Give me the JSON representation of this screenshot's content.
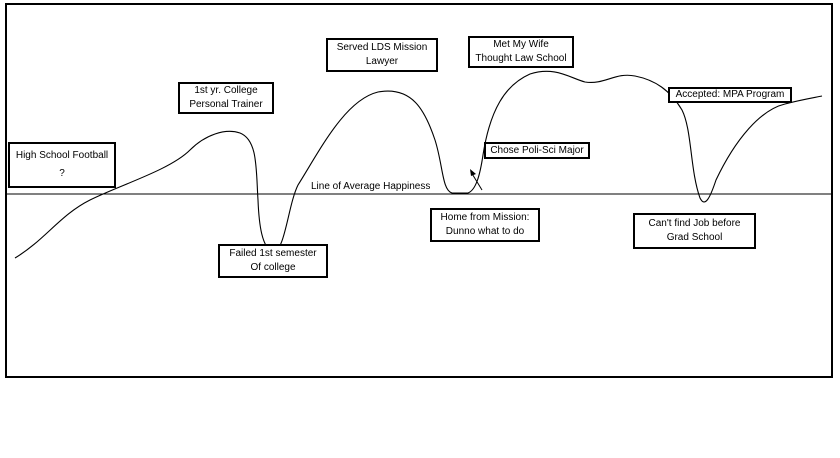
{
  "diagram": {
    "baseline_label": "Line of Average  Happiness",
    "events": [
      {
        "id": "high-school-football",
        "lines": [
          "High School Football",
          "?"
        ]
      },
      {
        "id": "personal-trainer",
        "lines": [
          "1st yr. College",
          "Personal Trainer"
        ]
      },
      {
        "id": "failed-semester",
        "lines": [
          "Failed 1st semester",
          "Of college"
        ]
      },
      {
        "id": "lds-mission",
        "lines": [
          "Served LDS Mission",
          "Lawyer"
        ]
      },
      {
        "id": "home-from-mission",
        "lines": [
          "Home from Mission:",
          "Dunno what to do"
        ]
      },
      {
        "id": "met-wife",
        "lines": [
          "Met My Wife",
          "Thought Law School"
        ]
      },
      {
        "id": "poli-sci",
        "lines": [
          "Chose Poli-Sci Major"
        ]
      },
      {
        "id": "no-job",
        "lines": [
          "Can't find Job before",
          "Grad School"
        ]
      },
      {
        "id": "mpa-program",
        "lines": [
          "Accepted: MPA Program"
        ]
      }
    ]
  }
}
